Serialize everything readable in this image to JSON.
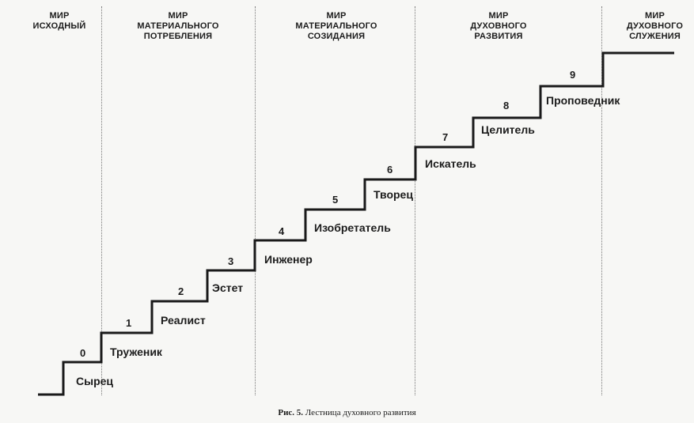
{
  "worlds": [
    {
      "lines": [
        "МИР",
        "ИСХОДНЫЙ"
      ]
    },
    {
      "lines": [
        "МИР",
        "МАТЕРИАЛЬНОГО",
        "ПОТРЕБЛЕНИЯ"
      ]
    },
    {
      "lines": [
        "МИР",
        "МАТЕРИАЛЬНОГО",
        "СОЗИДАНИЯ"
      ]
    },
    {
      "lines": [
        "МИР",
        "ДУХОВНОГО",
        "РАЗВИТИЯ"
      ]
    },
    {
      "lines": [
        "МИР",
        "ДУХОВНОГО",
        "СЛУЖЕНИЯ"
      ]
    }
  ],
  "steps": [
    {
      "num": "0",
      "label": "Сырец"
    },
    {
      "num": "1",
      "label": "Труженик"
    },
    {
      "num": "2",
      "label": "Реалист"
    },
    {
      "num": "3",
      "label": "Эстет"
    },
    {
      "num": "4",
      "label": "Инженер"
    },
    {
      "num": "5",
      "label": "Изобретатель"
    },
    {
      "num": "6",
      "label": "Творец"
    },
    {
      "num": "7",
      "label": "Искатель"
    },
    {
      "num": "8",
      "label": "Целитель"
    },
    {
      "num": "9",
      "label": "Проповедник"
    }
  ],
  "caption": {
    "prefix": "Рис. 5.",
    "text": "Лестница духовного развития"
  }
}
